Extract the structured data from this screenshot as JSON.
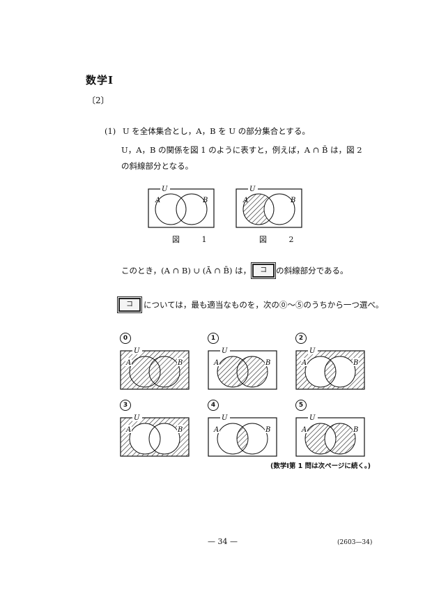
{
  "subject": "数学Ⅰ",
  "section": "〔2〕",
  "question": {
    "number": "(1)",
    "line1": "U を全体集合とし，A，B を U の部分集合とする。",
    "line2": "U，A，B の関係を図 1 のように表すと，例えば，A ∩ B̄ は，図 2 の斜線部分となる。"
  },
  "figures": [
    {
      "caption": "図 1",
      "U": "U",
      "A": "A",
      "B": "B"
    },
    {
      "caption": "図 2",
      "U": "U",
      "A": "A",
      "B": "B"
    }
  ],
  "condition": {
    "before": "このとき，(A ∩ B) ∪ (Ā ∩ B̄) は，",
    "box": "コ",
    "after": "の斜線部分である。"
  },
  "instruction": {
    "box": "コ",
    "text": "については，最も適当なものを，次の⓪～⑤のうちから一つ選べ。"
  },
  "options": [
    {
      "num": "0",
      "U": "U",
      "A": "A",
      "B": "B"
    },
    {
      "num": "1",
      "U": "U",
      "A": "A",
      "B": "B"
    },
    {
      "num": "2",
      "U": "U",
      "A": "A",
      "B": "B"
    },
    {
      "num": "3",
      "U": "U",
      "A": "A",
      "B": "B"
    },
    {
      "num": "4",
      "U": "U",
      "A": "A",
      "B": "B"
    },
    {
      "num": "5",
      "U": "U",
      "A": "A",
      "B": "B"
    }
  ],
  "continuation_note": "(数学Ⅰ第 1 問は次ページに続く。)",
  "page_number": "— 34 —",
  "page_code": "(2603—34)"
}
